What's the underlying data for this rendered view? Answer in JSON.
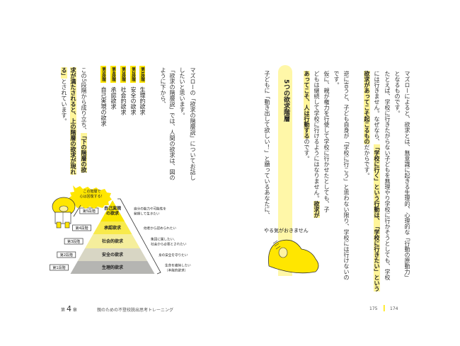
{
  "right_page": {
    "columns": [
      [
        {
          "t": "マズローによると、欲求とは、無意識に起きる生理的、心理的な「行動の原動力」",
          "hl": false
        }
      ],
      [
        {
          "t": "となるものです。",
          "hl": false
        }
      ],
      [
        {
          "t": "たとえば、学校に行きたがらない子どもを無理やり学校に行かそうとしても、学校",
          "hl": false
        }
      ],
      [
        {
          "t": "には行きません。なぜなら、",
          "hl": false
        },
        {
          "t": "「学校に行く」という行動は、「学校に行きたい」という",
          "hl": true
        }
      ],
      [
        {
          "t": "欲求があってこそ起こるもの",
          "hl": true
        },
        {
          "t": "だからです。",
          "hl": false
        }
      ],
      [
        {
          "t": "逆に言うと、子ども自身が「学校に行こう」と思わない限り、学校には行けないの",
          "hl": false
        }
      ],
      [
        {
          "t": "です。",
          "hl": false
        }
      ],
      [
        {
          "t": "仮に、親が権力を行使して学校に行かせたとしても、子",
          "hl": false
        }
      ],
      [
        {
          "t": "どもは継続して学校に行けるようにはなりません。",
          "hl": false
        },
        {
          "t": "欲求が",
          "hl": true
        }
      ],
      [
        {
          "t": "あってこそ、人は行動する",
          "hl": true
        },
        {
          "t": "のです。",
          "hl": false
        }
      ],
      [
        {
          "t": "子どもに「動き出して欲しい！」と願っているあなたに、",
          "hl": false
        }
      ]
    ],
    "section_heading": "5つの欲求階層",
    "illustration_caption": "やる気がおきません",
    "page_number": "174"
  },
  "left_page": {
    "columns": [
      [
        {
          "t": "マズローの「欲求の階層説」についてお話し",
          "hl": false
        }
      ],
      [
        {
          "t": "したいと思います。",
          "hl": false
        }
      ],
      [
        {
          "t": "「欲求の階層説」では、人間の欲求は、図の",
          "hl": false
        }
      ],
      [
        {
          "t": "ように下から、",
          "hl": false
        }
      ],
      [
        {
          "t": "この5段階から成り立ち、",
          "hl": false
        },
        {
          "t": "「下の階層の欲",
          "hl": true
        }
      ],
      [
        {
          "t": "求が満たされると、上の階層の欲求が現れ",
          "hl": true
        }
      ],
      [
        {
          "t": "る」",
          "hl": true
        },
        {
          "t": "とされています。",
          "hl": false
        }
      ]
    ],
    "stages": [
      {
        "badge": "第1段階",
        "name": "生理的欲求"
      },
      {
        "badge": "第2段階",
        "name": "安全の欲求"
      },
      {
        "badge": "第3段階",
        "name": "社会的欲求"
      },
      {
        "badge": "第4段階",
        "name": "承認欲求"
      },
      {
        "badge": "第5段階",
        "name": "自己実現の欲求"
      }
    ],
    "page_number": "175"
  },
  "diagram": {
    "bubble": [
      "この階層で",
      "心は回復する！"
    ],
    "layers": [
      {
        "step": "第1段階",
        "label": [
          "生理的欲求"
        ],
        "desc": [
          "生命を維持したい",
          "（本能的欲求）"
        ],
        "color": "#b5b5b2"
      },
      {
        "step": "第2段階",
        "label": [
          "安全の欲求"
        ],
        "desc": [
          "身の安全を守りたい"
        ],
        "color": "#d8d6c4"
      },
      {
        "step": "第3段階",
        "label": [
          "社会的欲求"
        ],
        "desc": [
          "集団に属したい、",
          "社会から必要とされたい"
        ],
        "color": "#f5ee9c"
      },
      {
        "step": "第4段階",
        "label": [
          "承認欲求"
        ],
        "desc": [
          "他者から認められたい"
        ],
        "color": "#f8ea4c"
      },
      {
        "step": "第5段階",
        "label": [
          "自己実現",
          "の欲求"
        ],
        "desc": [
          "自分の能力や可能性を",
          "発揮して生きたい"
        ],
        "color": "#f9e600"
      }
    ]
  },
  "footer": {
    "chapter_prefix": "第",
    "chapter_number": "4",
    "chapter_suffix": "章",
    "book_title": "親のための不登校脱出思考トレーニング"
  },
  "colors": {
    "highlight": "#fff59a",
    "accent": "#ffe600"
  }
}
